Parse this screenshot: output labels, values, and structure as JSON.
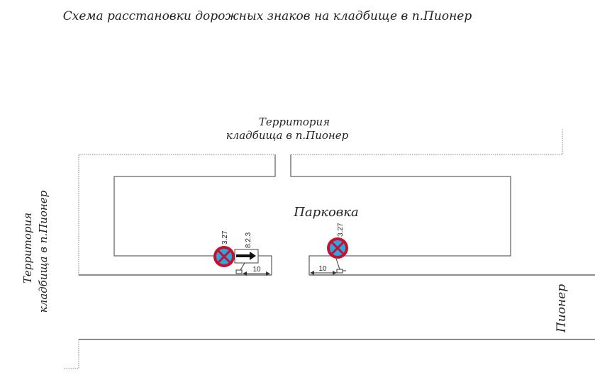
{
  "title": "Схема расстановки дорожных знаков на кладбище в п.Пионер",
  "labels": {
    "territory_top_line1": "Территория",
    "territory_top_line2": "кладбища в п.Пионер",
    "territory_left_line1": "Территория",
    "territory_left_line2": "кладбища в п.Пионер",
    "parking": "Парковка",
    "street": "Пионер"
  },
  "signs": [
    {
      "code": "3.27",
      "type": "no-stopping-sign"
    },
    {
      "code": "8.2.3",
      "type": "coverage-zone-plate"
    },
    {
      "code": "3.27",
      "type": "no-stopping-sign"
    }
  ],
  "dimensions": [
    "10",
    "10"
  ],
  "colors": {
    "sign_red": "#c8102e",
    "sign_blue": "#2aa7e0",
    "line": "#555555"
  }
}
